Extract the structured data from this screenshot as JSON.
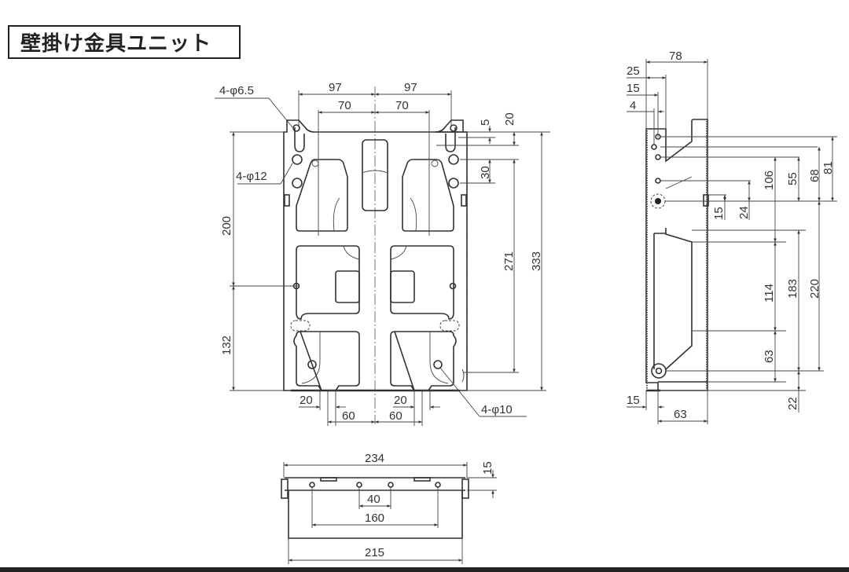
{
  "title": "壁掛け金具ユニット",
  "front_view": {
    "labels": {
      "hole_small": "4-φ6.5",
      "hole_mid": "4-φ12",
      "hole_bottom": "4-φ10"
    },
    "dims": {
      "top_left_97": "97",
      "top_right_97": "97",
      "top_left_70": "70",
      "top_right_70": "70",
      "right_5": "5",
      "right_20": "20",
      "right_30": "30",
      "right_271": "271",
      "right_333": "333",
      "left_200": "200",
      "left_132": "132",
      "bot_left_20": "20",
      "bot_right_20": "20",
      "bot_left_60": "60",
      "bot_right_60": "60"
    }
  },
  "side_view": {
    "dims": {
      "top_78": "78",
      "top_25": "25",
      "top_15": "15",
      "top_4": "4",
      "v_15": "15",
      "v_24": "24",
      "v_106": "106",
      "v_55": "55",
      "v_68": "68",
      "v_81": "81",
      "v_114": "114",
      "v_183": "183",
      "v_220": "220",
      "v_63": "63",
      "v_22": "22",
      "bot_15": "15",
      "bot_63": "63"
    }
  },
  "bottom_view": {
    "dims": {
      "w_234": "234",
      "h_15": "15",
      "w_40": "40",
      "w_160": "160",
      "w_215": "215"
    }
  }
}
